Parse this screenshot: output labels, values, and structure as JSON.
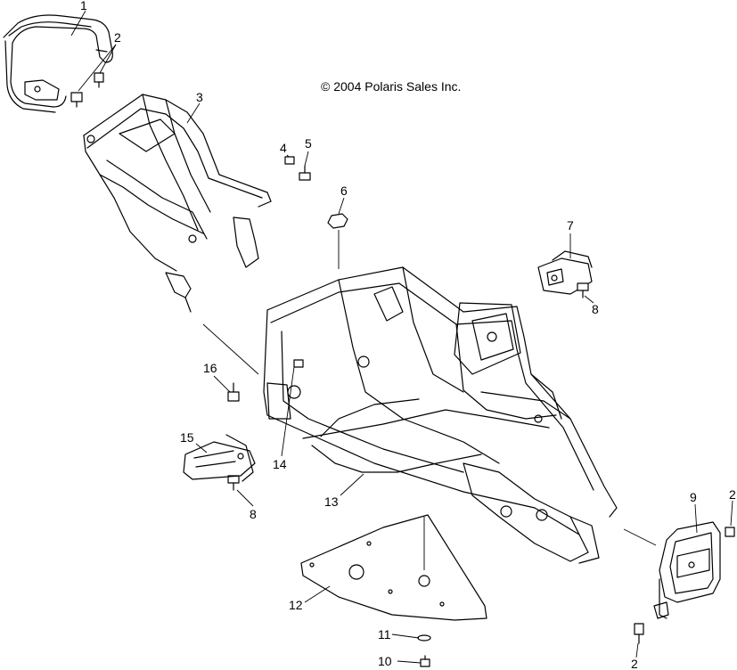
{
  "copyright": "© 2004 Polaris Sales Inc.",
  "callouts": {
    "c1": "1",
    "c2a": "2",
    "c2b": "2",
    "c2c": "2",
    "c3": "3",
    "c4": "4",
    "c5": "5",
    "c6": "6",
    "c7": "7",
    "c8a": "8",
    "c8b": "8",
    "c9": "9",
    "c10": "10",
    "c11": "11",
    "c12": "12",
    "c13": "13",
    "c14": "14",
    "c15": "15",
    "c16": "16"
  },
  "colors": {
    "line": "#000000",
    "background": "#ffffff"
  }
}
